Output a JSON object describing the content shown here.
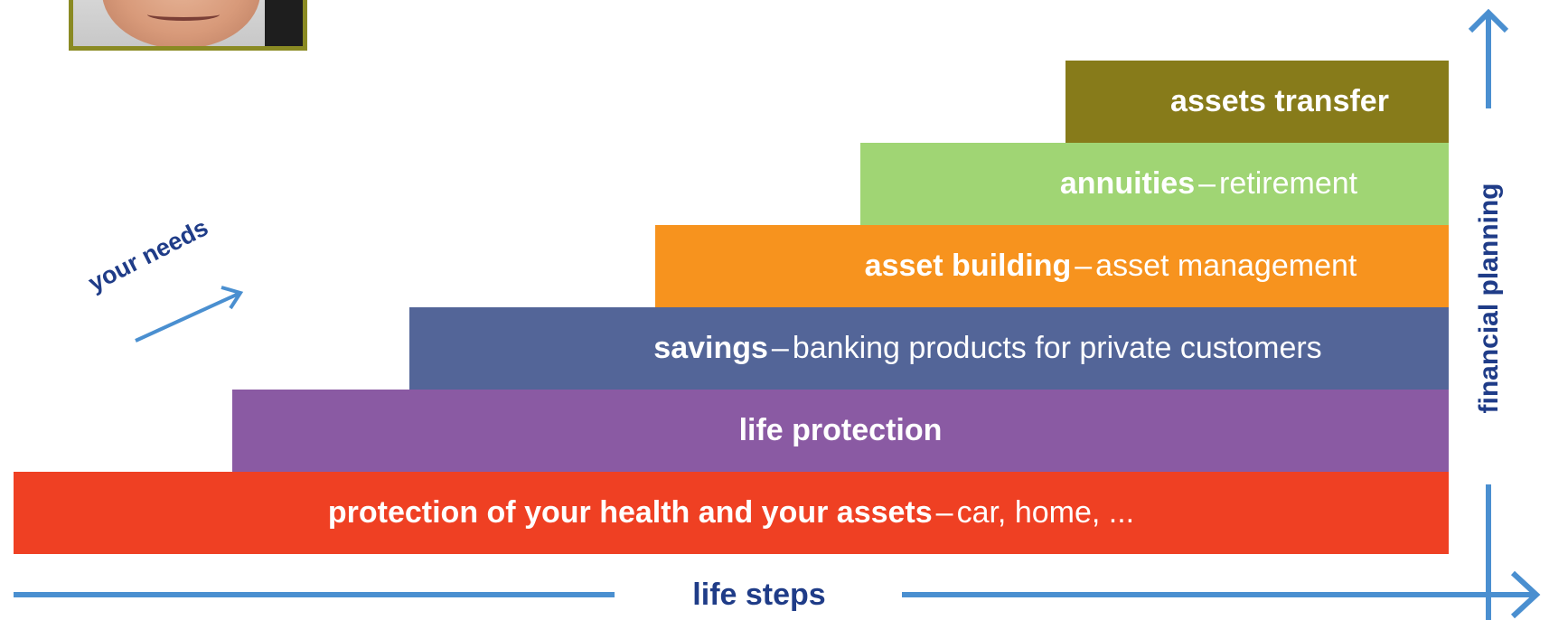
{
  "steps": [
    {
      "bold": "protection of your health and your assets",
      "separator": "–",
      "detail": "car, home, ...",
      "color": "#ef4023"
    },
    {
      "bold": "life protection",
      "separator": "",
      "detail": "",
      "color": "#8a5aa3"
    },
    {
      "bold": "savings",
      "separator": "–",
      "detail": "banking products for private customers",
      "color": "#536598"
    },
    {
      "bold": "asset building",
      "separator": "–",
      "detail": "asset management",
      "color": "#f7931e"
    },
    {
      "bold": "annuities",
      "separator": "–",
      "detail": "retirement",
      "color": "#a0d574"
    },
    {
      "bold": "assets transfer",
      "separator": "",
      "detail": "",
      "color": "#877b1a"
    }
  ],
  "axes": {
    "x_label": "life steps",
    "y_label": "financial planning",
    "diagonal_label": "your needs"
  },
  "colors": {
    "axis_arrow": "#4a8fd0",
    "label_text": "#1f3c88",
    "portrait_frame": "#8a8a23"
  }
}
